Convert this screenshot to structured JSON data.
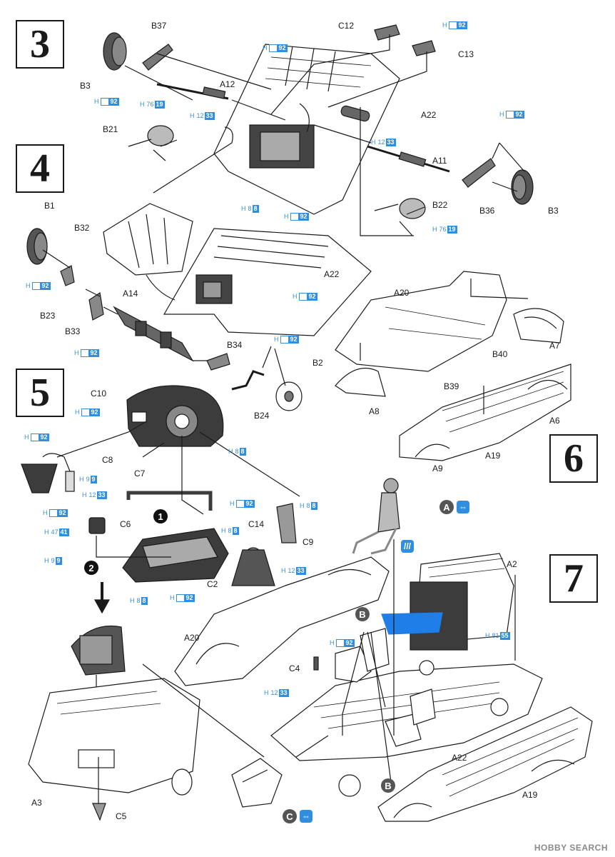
{
  "steps": [
    "3",
    "4",
    "5",
    "6",
    "7"
  ],
  "labels": {
    "B37": "B37",
    "B3a": "B3",
    "A12": "A12",
    "B21": "B21",
    "C12": "C12",
    "C13": "C13",
    "A22a": "A22",
    "A11": "A11",
    "B22": "B22",
    "B36": "B36",
    "B3b": "B3",
    "B1": "B1",
    "B32": "B32",
    "A22b": "A22",
    "B23": "B23",
    "A14": "A14",
    "B33": "B33",
    "B34": "B34",
    "B2": "B2",
    "B24": "B24",
    "A20a": "A20",
    "A7": "A7",
    "B40": "B40",
    "A8": "A8",
    "C10": "C10",
    "C8": "C8",
    "C7": "C7",
    "C6": "C6",
    "C14": "C14",
    "C9": "C9",
    "C2": "C2",
    "B39": "B39",
    "A6": "A6",
    "A19a": "A19",
    "A9": "A9",
    "A2": "A2",
    "A20b": "A20",
    "C4": "C4",
    "A22c": "A22",
    "A19b": "A19",
    "A3": "A3",
    "C5": "C5"
  },
  "paint": {
    "p1": {
      "h": "H",
      "code": "",
      "num": "92"
    },
    "p2": {
      "h": "H",
      "code": "",
      "num": "92"
    },
    "p3": {
      "h": "H",
      "code": "",
      "num": "92"
    },
    "p4": {
      "h": "H",
      "code": "76",
      "num": "19"
    },
    "p5": {
      "h": "H",
      "code": "12",
      "num": "33"
    },
    "p6": {
      "h": "H",
      "code": "",
      "num": "92"
    },
    "p7": {
      "h": "H",
      "code": "12",
      "num": "33"
    },
    "p8": {
      "h": "H",
      "code": "8",
      "num": "8"
    },
    "p9": {
      "h": "H",
      "code": "",
      "num": "92"
    },
    "p10": {
      "h": "H",
      "code": "76",
      "num": "19"
    },
    "p11": {
      "h": "H",
      "code": "",
      "num": "92"
    },
    "p12": {
      "h": "H",
      "code": "",
      "num": "92"
    },
    "p13": {
      "h": "H",
      "code": "",
      "num": "92"
    },
    "p14": {
      "h": "H",
      "code": "",
      "num": "92"
    },
    "p15": {
      "h": "H",
      "code": "",
      "num": "92"
    },
    "p16": {
      "h": "H",
      "code": "8",
      "num": "8"
    },
    "p17": {
      "h": "H",
      "code": "",
      "num": "92"
    },
    "p18": {
      "h": "H",
      "code": "9",
      "num": "9"
    },
    "p19": {
      "h": "H",
      "code": "12",
      "num": "33"
    },
    "p20": {
      "h": "H",
      "code": "",
      "num": "92"
    },
    "p21": {
      "h": "H",
      "code": "",
      "num": "92"
    },
    "p22": {
      "h": "H",
      "code": "8",
      "num": "8"
    },
    "p23": {
      "h": "H",
      "code": "47",
      "num": "41"
    },
    "p24": {
      "h": "H",
      "code": "8",
      "num": "8"
    },
    "p25": {
      "h": "H",
      "code": "9",
      "num": "9"
    },
    "p26": {
      "h": "H",
      "code": "12",
      "num": "33"
    },
    "p27": {
      "h": "H",
      "code": "8",
      "num": "8"
    },
    "p28": {
      "h": "H",
      "code": "",
      "num": "92"
    },
    "p29": {
      "h": "H",
      "code": "81",
      "num": "55"
    },
    "p30": {
      "h": "H",
      "code": "",
      "num": "92"
    },
    "p31": {
      "h": "H",
      "code": "12",
      "num": "33"
    }
  },
  "markers": {
    "circleA": "A",
    "circleB1": "B",
    "circleB2": "B",
    "circleC": "C",
    "num1": "1",
    "num2": "2"
  },
  "watermark": "HOBBY SEARCH",
  "colors": {
    "accent_blue": "#2f8fde",
    "ink": "#1a1a1a",
    "part_dark": "#3c3c3c",
    "part_fill_blue": "#1f7ee8"
  }
}
